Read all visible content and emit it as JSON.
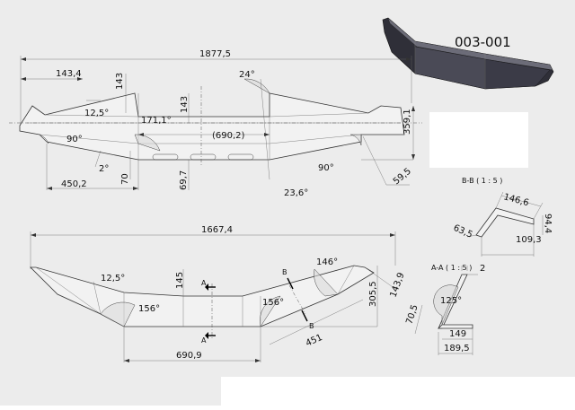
{
  "title": "003-001",
  "top_view": {
    "dims": {
      "overall": "1877,5",
      "end": "143,4",
      "h_left": "143",
      "angle_left": "12,5°",
      "angle_center": "171,1°",
      "h_center": "143",
      "angle_top": "24°",
      "span": "(690,2)",
      "height": "359,1",
      "right_angle_left": "90°",
      "bend": "2°",
      "bottom_left": "450,2",
      "h_70": "70",
      "h_69": "69,7",
      "angle_bottom": "23,6°",
      "right_angle_right": "90°",
      "end_right": "59,5"
    }
  },
  "front_view": {
    "dims": {
      "overall": "1667,4",
      "angle_left": "12,5°",
      "angle_inner_left": "156°",
      "h_center": "145",
      "section_a_top": "A",
      "section_a_bottom": "A",
      "angle_inner_right": "156°",
      "section_b_top": "B",
      "section_b_bottom": "B",
      "angle_corner": "146°",
      "height": "305,5",
      "side": "143,9",
      "diag": "451",
      "base": "690,9"
    }
  },
  "section_bb": {
    "label": "B-B  ( 1 : 5 )",
    "dims": {
      "top": "146,6",
      "right": "94,4",
      "left": "63,5",
      "bottom": "109,3"
    }
  },
  "section_aa": {
    "label": "A-A  ( 1 : 5 )",
    "dims": {
      "thickness": "2",
      "angle": "125°",
      "height": "70,5",
      "inner": "149",
      "outer": "189,5"
    }
  }
}
